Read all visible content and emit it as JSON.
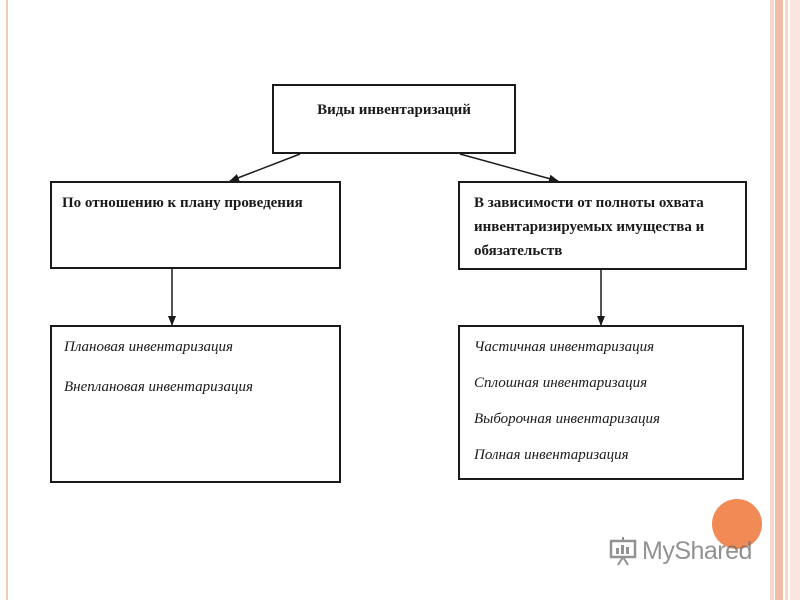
{
  "diagram": {
    "root": {
      "label": "Виды инвентаризаций"
    },
    "categories": [
      {
        "label": "По отношению к плану проведения",
        "items": [
          "Плановая инвентаризация",
          "Внеплановая инвентаризация"
        ]
      },
      {
        "label": "В зависимости от полноты охвата инвентаризируемых имущества и обязательств",
        "items": [
          "Частичная инвентаризация",
          "Сплошная инвентаризация",
          "Выборочная инвентаризация",
          "Полная инвентаризация"
        ]
      }
    ]
  },
  "watermark": {
    "text": "MyShared",
    "icon": "presentation-board-icon",
    "accent_color": "#f28a55"
  },
  "colors": {
    "frame_stripe": "#f2bca6",
    "box_border": "#1a1a1a"
  }
}
